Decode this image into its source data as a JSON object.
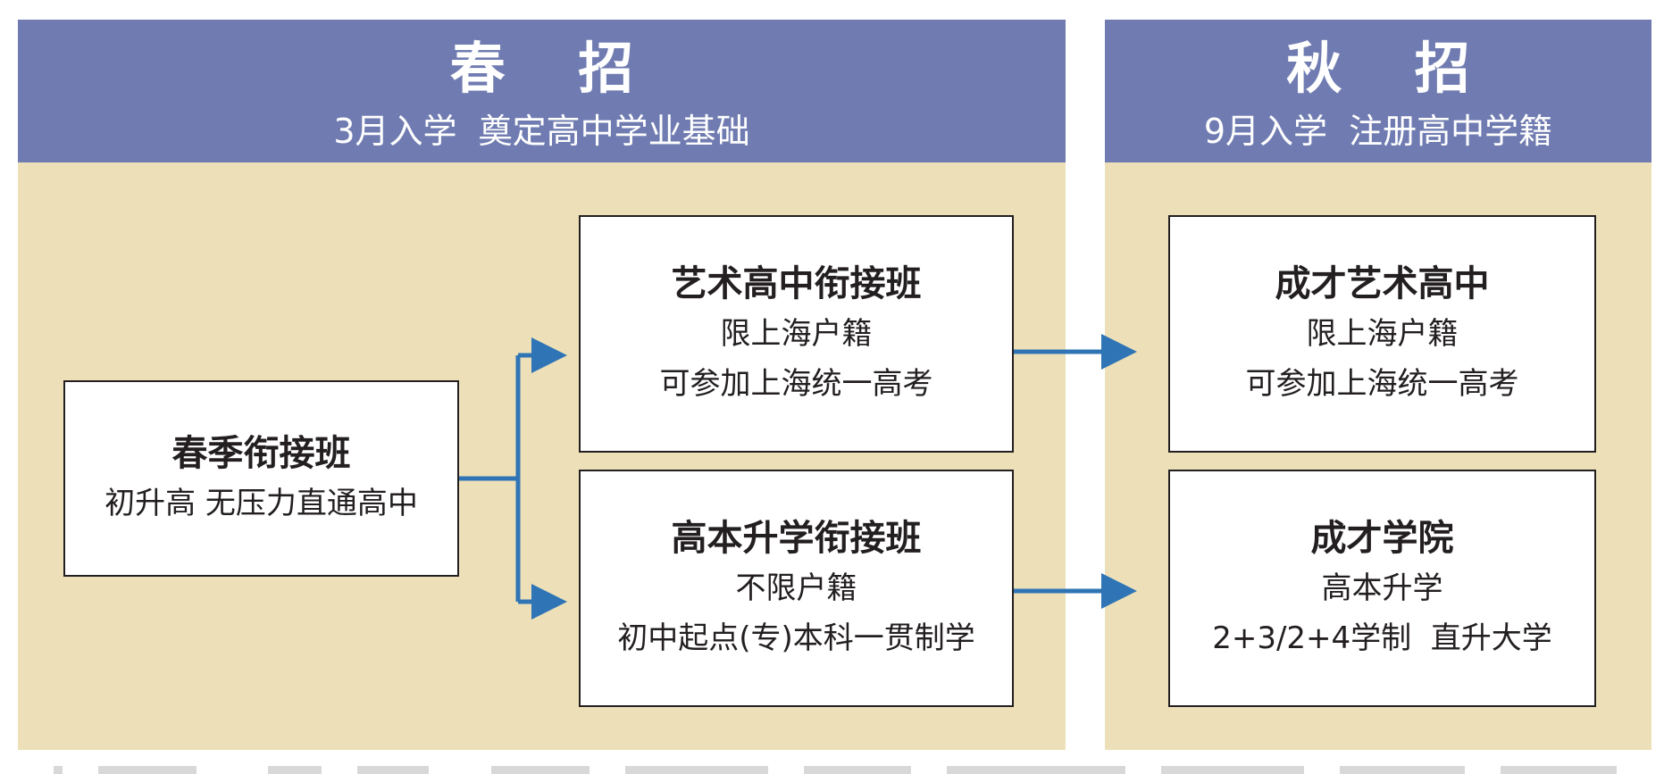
{
  "colors": {
    "header_blue": "#707cb1",
    "panel_beige": "#ede0b9",
    "arrow_blue": "#2f75b6",
    "border": "#231f20"
  },
  "spring": {
    "title": "春 招",
    "subtitle": "3月入学  奠定高中学业基础",
    "bridge_class": {
      "title": "春季衔接班",
      "line1": "初升高 无压力直通高中"
    },
    "art_class": {
      "title": "艺术高中衔接班",
      "line1": "限上海户籍",
      "line2": "可参加上海统一高考"
    },
    "college_class": {
      "title": "高本升学衔接班",
      "line1": "不限户籍",
      "line2": "初中起点(专)本科一贯制学"
    }
  },
  "autumn": {
    "title": "秋 招",
    "subtitle": "9月入学  注册高中学籍",
    "art_school": {
      "title": "成才艺术高中",
      "line1": "限上海户籍",
      "line2": "可参加上海统一高考"
    },
    "college": {
      "title": "成才学院",
      "line1": "高本升学",
      "line2": "2+3/2+4学制  直升大学"
    }
  }
}
